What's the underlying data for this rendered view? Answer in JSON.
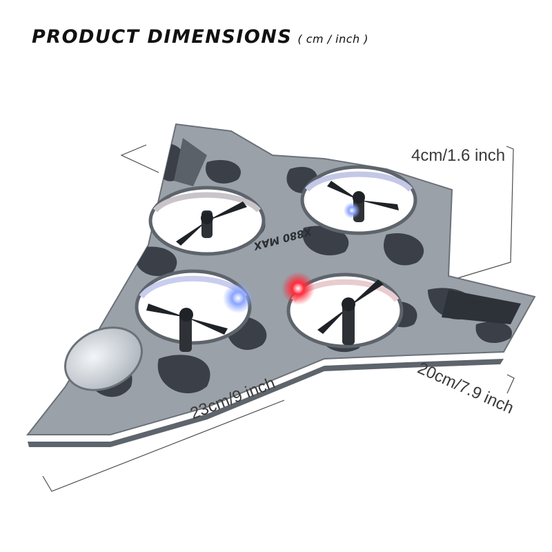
{
  "title": {
    "main": "PRODUCT DIMENSIONS",
    "unit": "( cm / inch )"
  },
  "product": {
    "model_label": "X880 MAX"
  },
  "dimensions": {
    "height": "4cm/1.6 inch",
    "length": "23cm/9 inch",
    "width": "20cm/7.9 inch"
  },
  "colors": {
    "camo_light": "#9aa1a8",
    "camo_dark": "#3b4048",
    "body_grey": "#7e858d",
    "canopy": "#d8dde3",
    "led_blue": "#6f8dff",
    "led_red": "#ff2a3a"
  }
}
